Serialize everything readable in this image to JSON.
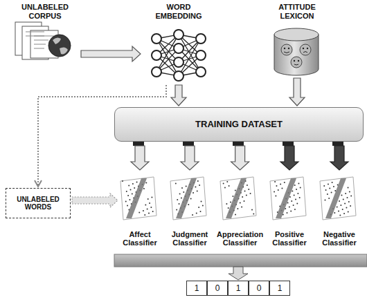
{
  "diagram": {
    "nodes": [
      {
        "text": [
          "UNLABELED CORPUS"
        ]
      },
      {
        "text": [
          "WORD EMBEDDING"
        ]
      },
      {
        "text": [
          "ATTITUDE LEXICON"
        ]
      },
      {
        "text": [
          "TRAINING DATASET"
        ]
      },
      {
        "text": [
          "UNLABELED WORDS"
        ]
      },
      {
        "text": [
          "Affect Classifier"
        ]
      },
      {
        "text": [
          "Judgment Classifier"
        ]
      },
      {
        "text": [
          "Appreciation Classifier"
        ]
      },
      {
        "text": [
          "Positive Classifier"
        ]
      },
      {
        "text": [
          "Negative Classifier"
        ]
      }
    ],
    "edges": [
      {
        "from": 0,
        "to": 1,
        "arrow": "to"
      },
      {
        "from": 1,
        "to": 3,
        "arrow": "to"
      },
      {
        "from": 2,
        "to": 3,
        "arrow": "to"
      },
      {
        "from": 3,
        "to": 5,
        "arrow": "to"
      },
      {
        "from": 3,
        "to": 6,
        "arrow": "to"
      },
      {
        "from": 3,
        "to": 7,
        "arrow": "to"
      },
      {
        "from": 3,
        "to": 8,
        "arrow": "to"
      },
      {
        "from": 3,
        "to": 9,
        "arrow": "to"
      },
      {
        "from": 1,
        "to": 4,
        "arrow": "to"
      },
      {
        "from": 4,
        "to": 5,
        "arrow": "to"
      }
    ],
    "labels": [
      "1",
      "0",
      "1",
      "0",
      "1"
    ]
  }
}
